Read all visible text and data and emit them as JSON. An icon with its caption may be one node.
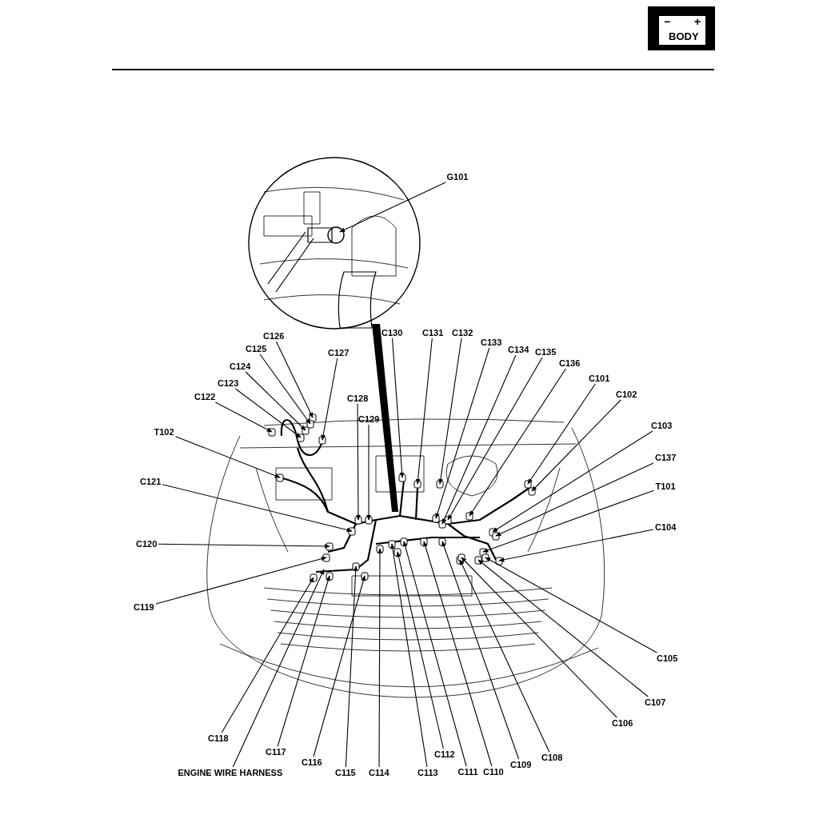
{
  "diagram": {
    "nodes": [
      {
        "text": [
          "G101"
        ]
      },
      {
        "text": [
          "C126"
        ]
      },
      {
        "text": [
          "C125"
        ]
      },
      {
        "text": [
          "C124"
        ]
      },
      {
        "text": [
          "C123"
        ]
      },
      {
        "text": [
          "C122"
        ]
      },
      {
        "text": [
          "C127"
        ]
      },
      {
        "text": [
          "C130"
        ]
      },
      {
        "text": [
          "C131"
        ]
      },
      {
        "text": [
          "C132"
        ]
      },
      {
        "text": [
          "C133"
        ]
      },
      {
        "text": [
          "C134"
        ]
      },
      {
        "text": [
          "C135"
        ]
      },
      {
        "text": [
          "C136"
        ]
      },
      {
        "text": [
          "C101"
        ]
      },
      {
        "text": [
          "C102"
        ]
      },
      {
        "text": [
          "C128"
        ]
      },
      {
        "text": [
          "C129"
        ]
      },
      {
        "text": [
          "T102"
        ]
      },
      {
        "text": [
          "C103"
        ]
      },
      {
        "text": [
          "C137"
        ]
      },
      {
        "text": [
          "T101"
        ]
      },
      {
        "text": [
          "C121"
        ]
      },
      {
        "text": [
          "C104"
        ]
      },
      {
        "text": [
          "C120"
        ]
      },
      {
        "text": [
          "C119"
        ]
      },
      {
        "text": [
          "ENGINE WIRE HARNESS"
        ]
      },
      {
        "text": [
          "C118"
        ]
      },
      {
        "text": [
          "C117"
        ]
      },
      {
        "text": [
          "C116"
        ]
      },
      {
        "text": [
          "C115"
        ]
      },
      {
        "text": [
          "C114"
        ]
      },
      {
        "text": [
          "C113"
        ]
      },
      {
        "text": [
          "C112"
        ]
      },
      {
        "text": [
          "C111"
        ]
      },
      {
        "text": [
          "C110"
        ]
      },
      {
        "text": [
          "C109"
        ]
      },
      {
        "text": [
          "C108"
        ]
      },
      {
        "text": [
          "C106"
        ]
      },
      {
        "text": [
          "C107"
        ]
      },
      {
        "text": [
          "C105"
        ]
      }
    ],
    "edges": [
      {
        "from": 0,
        "to": null,
        "arrow": "to"
      },
      {
        "from": 1,
        "to": null,
        "arrow": "to"
      },
      {
        "from": 2,
        "to": null,
        "arrow": "to"
      },
      {
        "from": 3,
        "to": null,
        "arrow": "to"
      },
      {
        "from": 4,
        "to": null,
        "arrow": "to"
      },
      {
        "from": 5,
        "to": null,
        "arrow": "to"
      },
      {
        "from": 6,
        "to": null,
        "arrow": "to"
      },
      {
        "from": 7,
        "to": null,
        "arrow": "to"
      },
      {
        "from": 8,
        "to": null,
        "arrow": "to"
      },
      {
        "from": 9,
        "to": null,
        "arrow": "to"
      },
      {
        "from": 10,
        "to": null,
        "arrow": "to"
      },
      {
        "from": 11,
        "to": null,
        "arrow": "to"
      },
      {
        "from": 12,
        "to": null,
        "arrow": "to"
      },
      {
        "from": 13,
        "to": null,
        "arrow": "to"
      },
      {
        "from": 14,
        "to": null,
        "arrow": "to"
      },
      {
        "from": 15,
        "to": null,
        "arrow": "to"
      },
      {
        "from": 16,
        "to": null,
        "arrow": "to"
      },
      {
        "from": 17,
        "to": null,
        "arrow": "to"
      },
      {
        "from": 18,
        "to": null,
        "arrow": "to"
      },
      {
        "from": 19,
        "to": null,
        "arrow": "to"
      },
      {
        "from": 20,
        "to": null,
        "arrow": "to"
      },
      {
        "from": 21,
        "to": null,
        "arrow": "to"
      },
      {
        "from": 22,
        "to": null,
        "arrow": "to"
      },
      {
        "from": 23,
        "to": null,
        "arrow": "to"
      },
      {
        "from": 24,
        "to": null,
        "arrow": "to"
      },
      {
        "from": 25,
        "to": null,
        "arrow": "to"
      },
      {
        "from": 26,
        "to": null,
        "arrow": "to"
      },
      {
        "from": 27,
        "to": null,
        "arrow": "to"
      },
      {
        "from": 28,
        "to": null,
        "arrow": "to"
      },
      {
        "from": 29,
        "to": null,
        "arrow": "to"
      },
      {
        "from": 30,
        "to": null,
        "arrow": "to"
      },
      {
        "from": 31,
        "to": null,
        "arrow": "to"
      },
      {
        "from": 32,
        "to": null,
        "arrow": "to"
      },
      {
        "from": 33,
        "to": null,
        "arrow": "to"
      },
      {
        "from": 34,
        "to": null,
        "arrow": "to"
      },
      {
        "from": 35,
        "to": null,
        "arrow": "to"
      },
      {
        "from": 36,
        "to": null,
        "arrow": "to"
      },
      {
        "from": 37,
        "to": null,
        "arrow": "to"
      },
      {
        "from": 38,
        "to": null,
        "arrow": "to"
      },
      {
        "from": 39,
        "to": null,
        "arrow": "to"
      },
      {
        "from": 40,
        "to": null,
        "arrow": "to"
      }
    ],
    "labels": [
      "−",
      "+",
      "BODY"
    ]
  }
}
